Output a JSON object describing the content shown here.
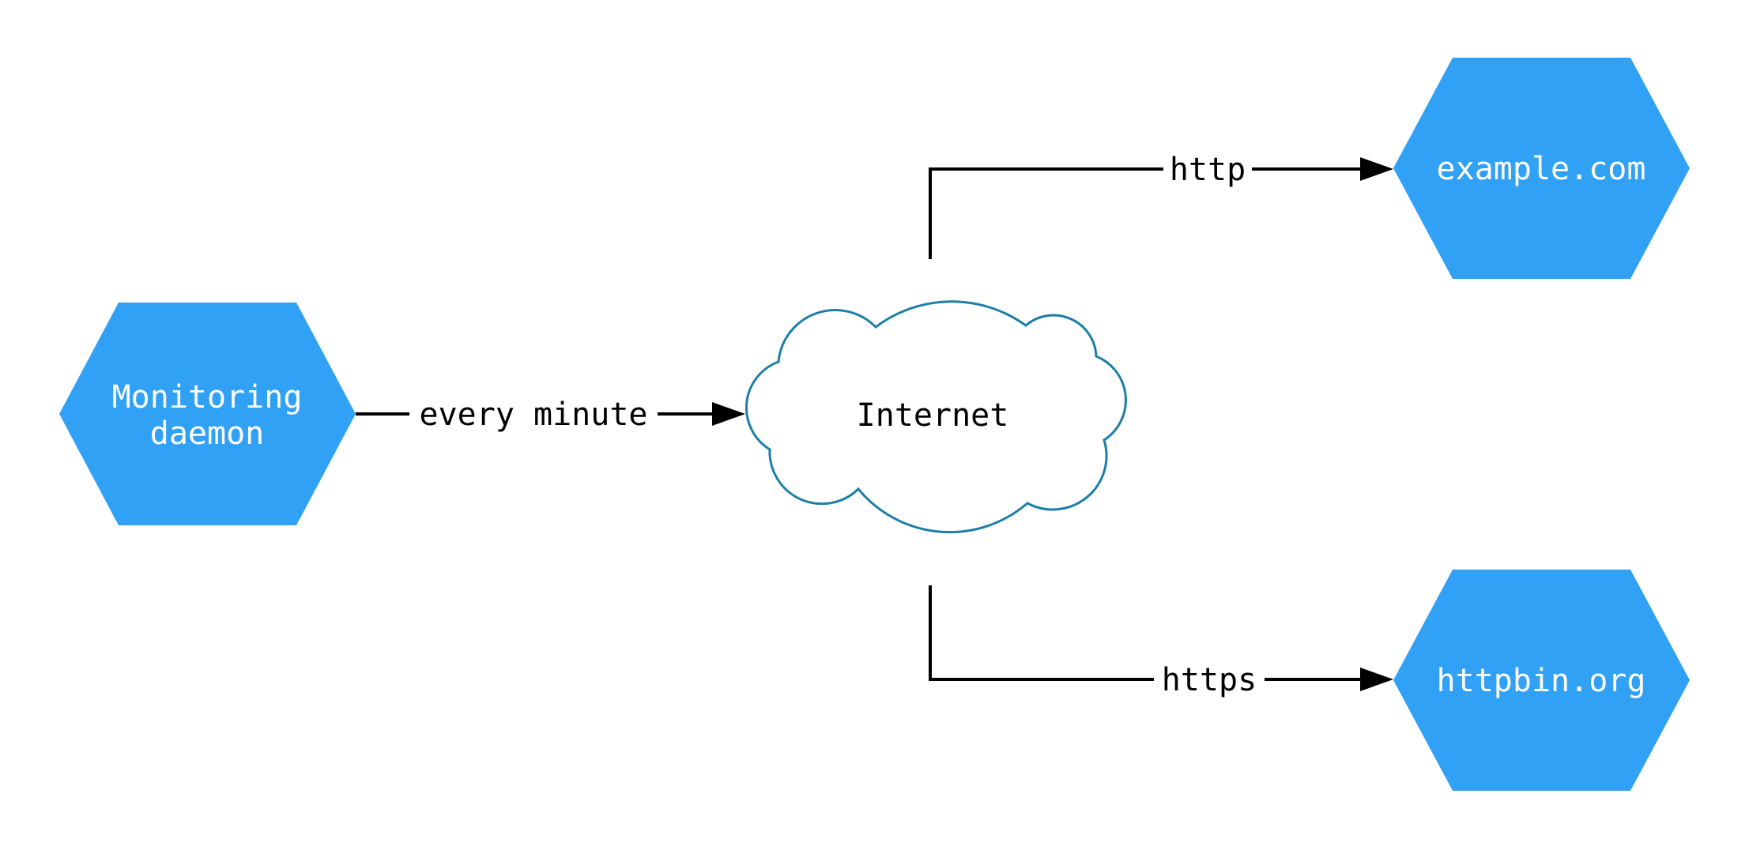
{
  "diagram": {
    "colors": {
      "node_fill": "#31a1f5",
      "node_text": "#ffffff",
      "cloud_stroke": "#1d7ea8",
      "cloud_fill": "#ffffff",
      "edge_stroke": "#000000",
      "edge_text": "#000000",
      "background": "#ffffff"
    },
    "nodes": [
      {
        "id": "monitoring-daemon",
        "shape": "hexagon",
        "label": "Monitoring daemon",
        "label_lines": [
          "Monitoring",
          "daemon"
        ]
      },
      {
        "id": "internet",
        "shape": "cloud",
        "label": "Internet"
      },
      {
        "id": "example-com",
        "shape": "hexagon",
        "label": "example.com"
      },
      {
        "id": "httpbin-org",
        "shape": "hexagon",
        "label": "httpbin.org"
      }
    ],
    "edges": [
      {
        "from": "monitoring-daemon",
        "to": "internet",
        "label": "every minute"
      },
      {
        "from": "internet",
        "to": "example-com",
        "label": "http"
      },
      {
        "from": "internet",
        "to": "httpbin-org",
        "label": "https"
      }
    ]
  }
}
